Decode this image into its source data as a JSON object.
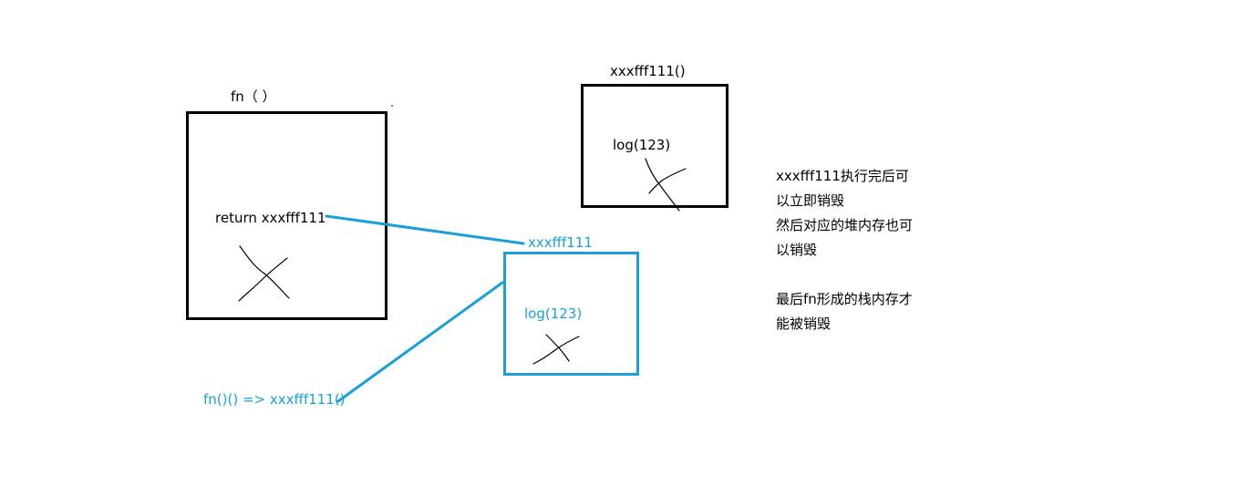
{
  "labels": {
    "fn_title": "fn（ ）",
    "fn_return": "return xxxfff111",
    "closure_title": "xxxfff111()",
    "closure_log": "log(123)",
    "heap_title": "xxxfff111",
    "heap_log": "log(123)",
    "call_expr": "fn()() => xxxfff111()"
  },
  "notes": {
    "lines": [
      "xxxfff111执行完后可",
      "以立即销毁",
      "然后对应的堆内存也可",
      "以销毁",
      "",
      "最后fn形成的栈内存才",
      "能被销毁"
    ]
  },
  "colors": {
    "ink": "#000000",
    "accent": "#1a9fd9"
  }
}
